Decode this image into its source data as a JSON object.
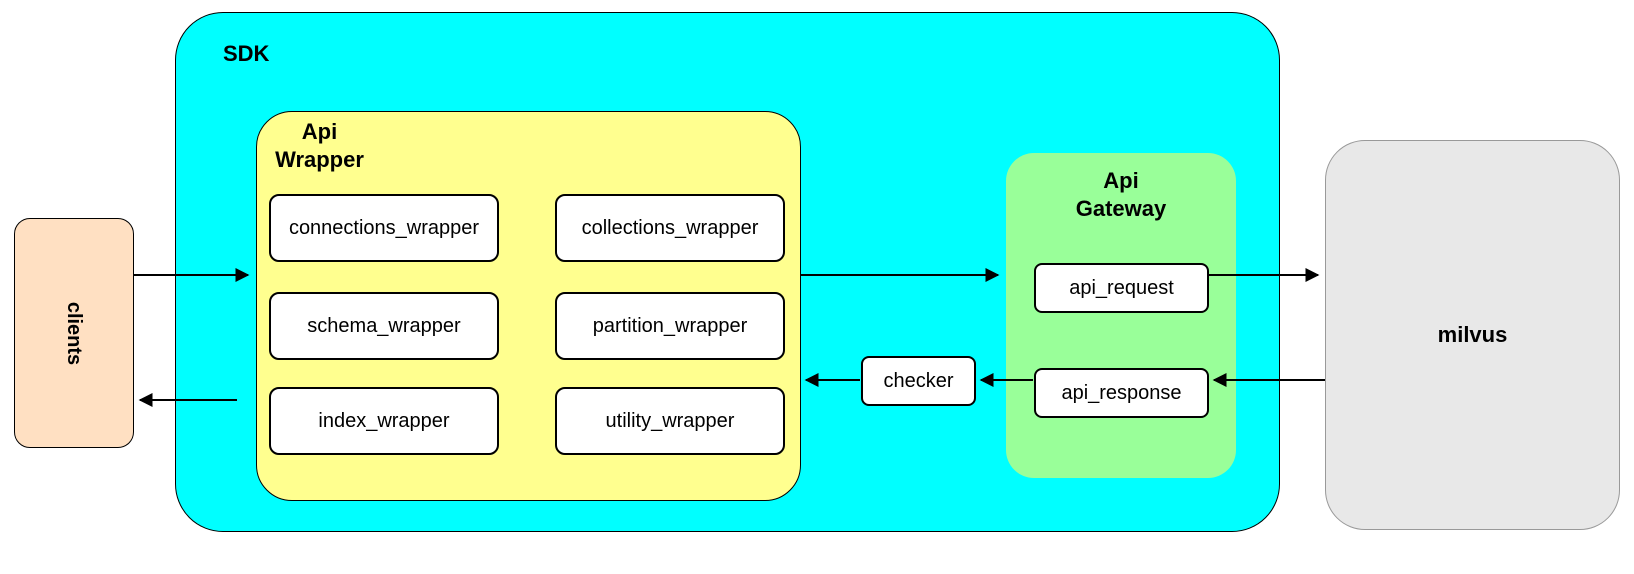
{
  "clients": {
    "label": "clients",
    "fill": "#ffe0c2"
  },
  "sdk": {
    "label": "SDK",
    "fill": "#00ffff"
  },
  "api_wrapper": {
    "label": "Api\nWrapper",
    "fill": "#ffff8f",
    "nodes": [
      {
        "label": "connections_wrapper"
      },
      {
        "label": "collections_wrapper"
      },
      {
        "label": "schema_wrapper"
      },
      {
        "label": "partition_wrapper"
      },
      {
        "label": "index_wrapper"
      },
      {
        "label": "utility_wrapper"
      }
    ]
  },
  "api_gateway": {
    "label": "Api\nGateway",
    "fill": "#99ff99",
    "nodes": [
      {
        "label": "api_request"
      },
      {
        "label": "api_response"
      }
    ]
  },
  "checker": {
    "label": "checker"
  },
  "milvus": {
    "label": "milvus",
    "fill": "#e8e8e8"
  },
  "colors": {
    "node_fill": "#ffffff",
    "node_border": "#000000",
    "arrow": "#000000"
  }
}
